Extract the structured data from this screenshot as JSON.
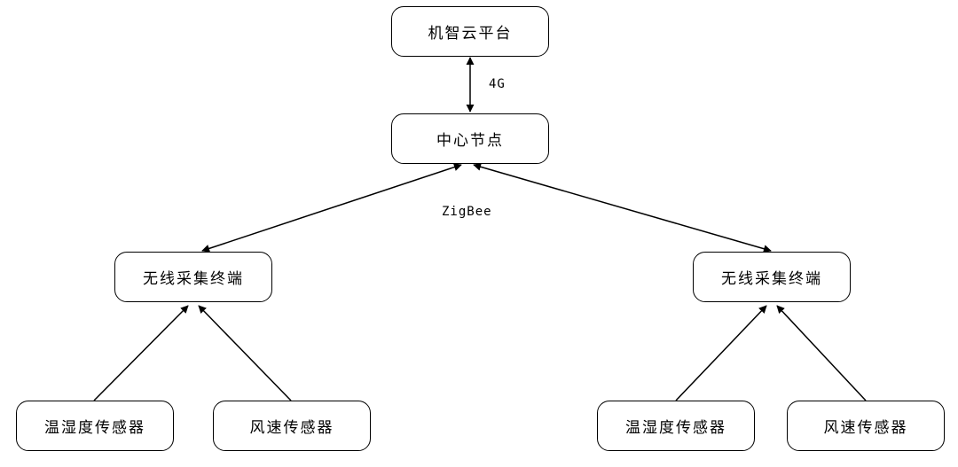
{
  "nodes": {
    "cloud_platform": "机智云平台",
    "central_node": "中心节点",
    "wireless_terminal_left": "无线采集终端",
    "wireless_terminal_right": "无线采集终端",
    "temp_humidity_sensor_left": "温湿度传感器",
    "wind_speed_sensor_left": "风速传感器",
    "temp_humidity_sensor_right": "温湿度传感器",
    "wind_speed_sensor_right": "风速传感器"
  },
  "edges": {
    "cloud_link_label": "4G",
    "terminal_link_label": "ZigBee"
  }
}
